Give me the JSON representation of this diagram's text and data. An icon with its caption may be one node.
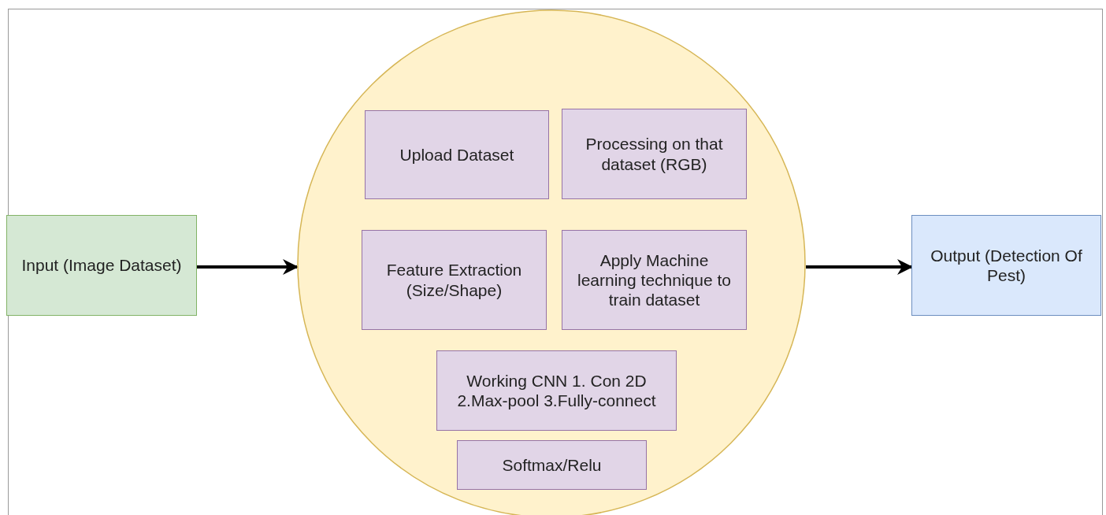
{
  "diagram": {
    "nodes": [
      {
        "text": [
          "Input (Image Dataset)"
        ]
      },
      {
        "text": [],
        "shape": "circle"
      },
      {
        "text": [
          "Upload Dataset"
        ],
        "in": 1
      },
      {
        "text": [
          "Processing on that dataset (RGB)"
        ],
        "in": 1
      },
      {
        "text": [
          "Feature Extraction (Size/Shape)"
        ],
        "in": 1
      },
      {
        "text": [
          "Apply Machine learning technique to train dataset"
        ],
        "in": 1
      },
      {
        "text": [
          "Working CNN 1. Con 2D 2.Max-pool 3.Fully-connect"
        ],
        "in": 1
      },
      {
        "text": [
          "Softmax/Relu"
        ],
        "in": 1
      },
      {
        "text": [
          "Output (Detection Of Pest)"
        ]
      }
    ],
    "edges": [
      {
        "from": 0,
        "to": 1,
        "arrow": "to"
      },
      {
        "from": 1,
        "to": 8,
        "arrow": "to"
      }
    ]
  }
}
